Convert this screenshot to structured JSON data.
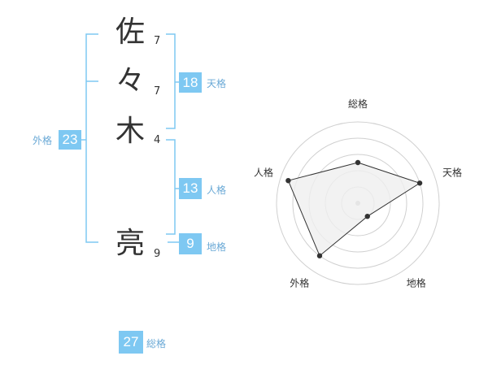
{
  "name": {
    "chars": [
      {
        "char": "佐",
        "strokes": "7"
      },
      {
        "char": "々",
        "strokes": "7"
      },
      {
        "char": "木",
        "strokes": "4"
      },
      {
        "char": "亮",
        "strokes": "9"
      }
    ]
  },
  "kakusu": {
    "tenkaku": {
      "value": "18",
      "label": "天格"
    },
    "jinkaku": {
      "value": "13",
      "label": "人格"
    },
    "chikaku": {
      "value": "9",
      "label": "地格"
    },
    "gaikaku": {
      "value": "23",
      "label": "外格"
    },
    "soukaku": {
      "value": "27",
      "label": "総格"
    }
  },
  "chart_data": {
    "type": "radar",
    "axes": [
      "総格",
      "天格",
      "地格",
      "外格",
      "人格"
    ],
    "values": [
      2.5,
      4,
      1,
      4,
      4.5
    ],
    "rmax": 5,
    "rings": 5,
    "colors": {
      "fill": "#efefef",
      "line": "#333333",
      "grid": "#d0d0d0",
      "center": "#bdbdbd"
    }
  },
  "colors": {
    "accent": "#7ec8f2",
    "bracket": "#7ec8f2",
    "label": "#6aa9d6"
  }
}
